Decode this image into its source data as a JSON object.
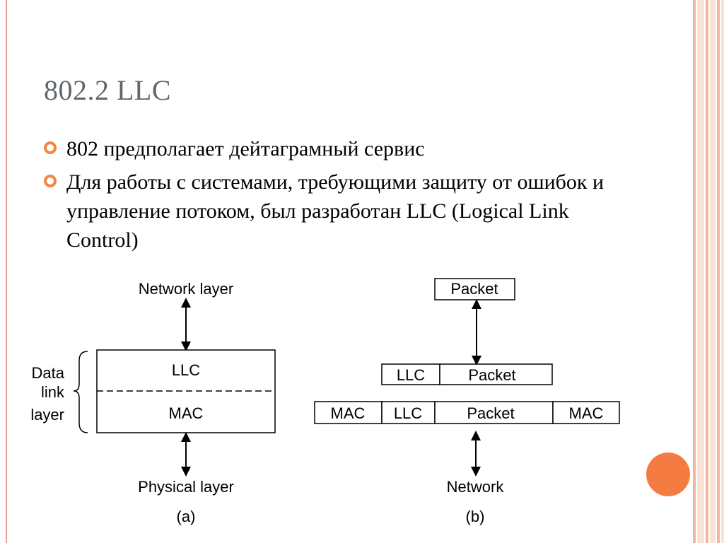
{
  "slide": {
    "title": "802.2 LLC",
    "bullets": [
      "802 предполагает дейтаграмный сервис",
      "Для работы с системами, требующими защиту от ошибок и управление потоком, был разработан LLC (Logical Link Control)"
    ]
  },
  "diagram_a": {
    "top_label": "Network layer",
    "box_upper": "LLC",
    "box_lower": "MAC",
    "brace_label": [
      "Data",
      "link",
      "layer"
    ],
    "bottom_label": "Physical layer",
    "caption": "(a)"
  },
  "diagram_b": {
    "packet_box": "Packet",
    "row1": [
      "LLC",
      "Packet"
    ],
    "row2": [
      "MAC",
      "LLC",
      "Packet",
      "MAC"
    ],
    "bottom_label": "Network",
    "caption": "(b)"
  },
  "colors": {
    "accent": "#f47b42",
    "title": "#5f666d",
    "stripe_light": "#f9d6c8",
    "stripe_mid": "#f2b59e"
  }
}
